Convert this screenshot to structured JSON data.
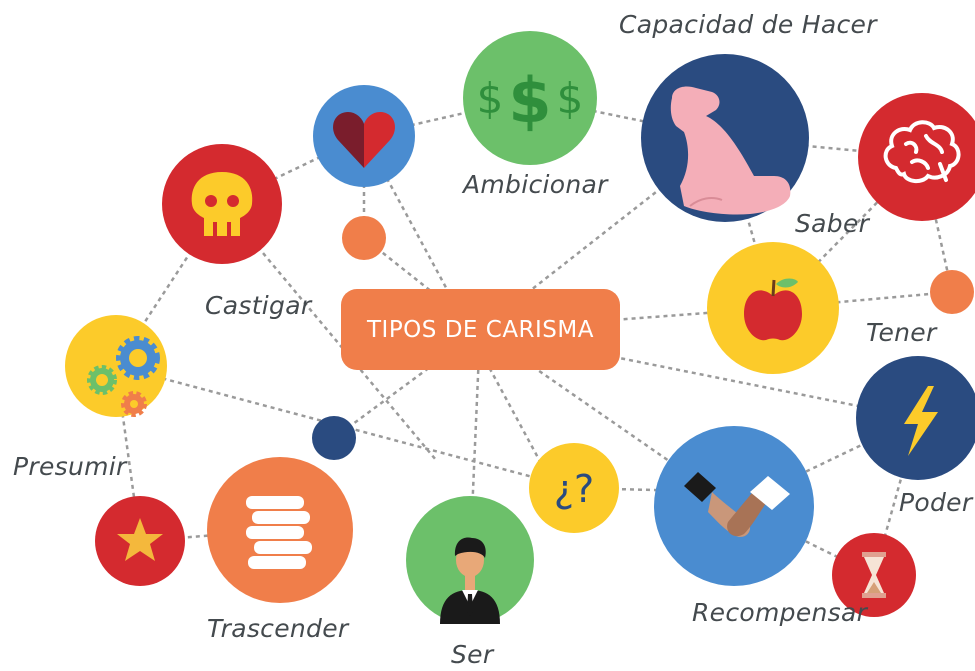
{
  "center": {
    "title": "TIPOS DE CARISMA"
  },
  "labels": {
    "capacidad": "Capacidad de Hacer",
    "ambicionar": "Ambicionar",
    "saber": "Saber",
    "castigar": "Castigar",
    "tener": "Tener",
    "presumir": "Presumir",
    "poder": "Poder",
    "trascender": "Trascender",
    "recompensar": "Recompensar",
    "ser": "Ser"
  },
  "icons": {
    "money": {
      "small_left": "$",
      "big": "$",
      "small_right": "$"
    },
    "question": "¿?"
  },
  "colors": {
    "red": "#d42a2f",
    "blue": "#4a8cd0",
    "green": "#6cc06a",
    "navy": "#2a4b80",
    "orange": "#f07e4a",
    "yellow": "#fccb2a",
    "line": "#9a9a9a",
    "text": "#444a4e"
  }
}
